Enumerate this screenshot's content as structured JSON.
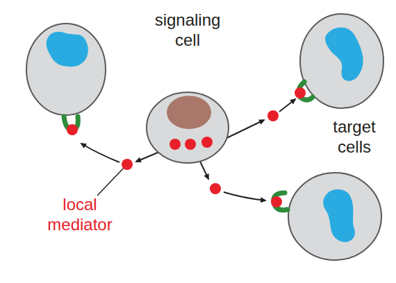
{
  "diagram": {
    "nodes": [
      {
        "text": [
          "signaling cell"
        ]
      }
    ],
    "labels": [
      "target cells",
      "local mediator"
    ]
  }
}
